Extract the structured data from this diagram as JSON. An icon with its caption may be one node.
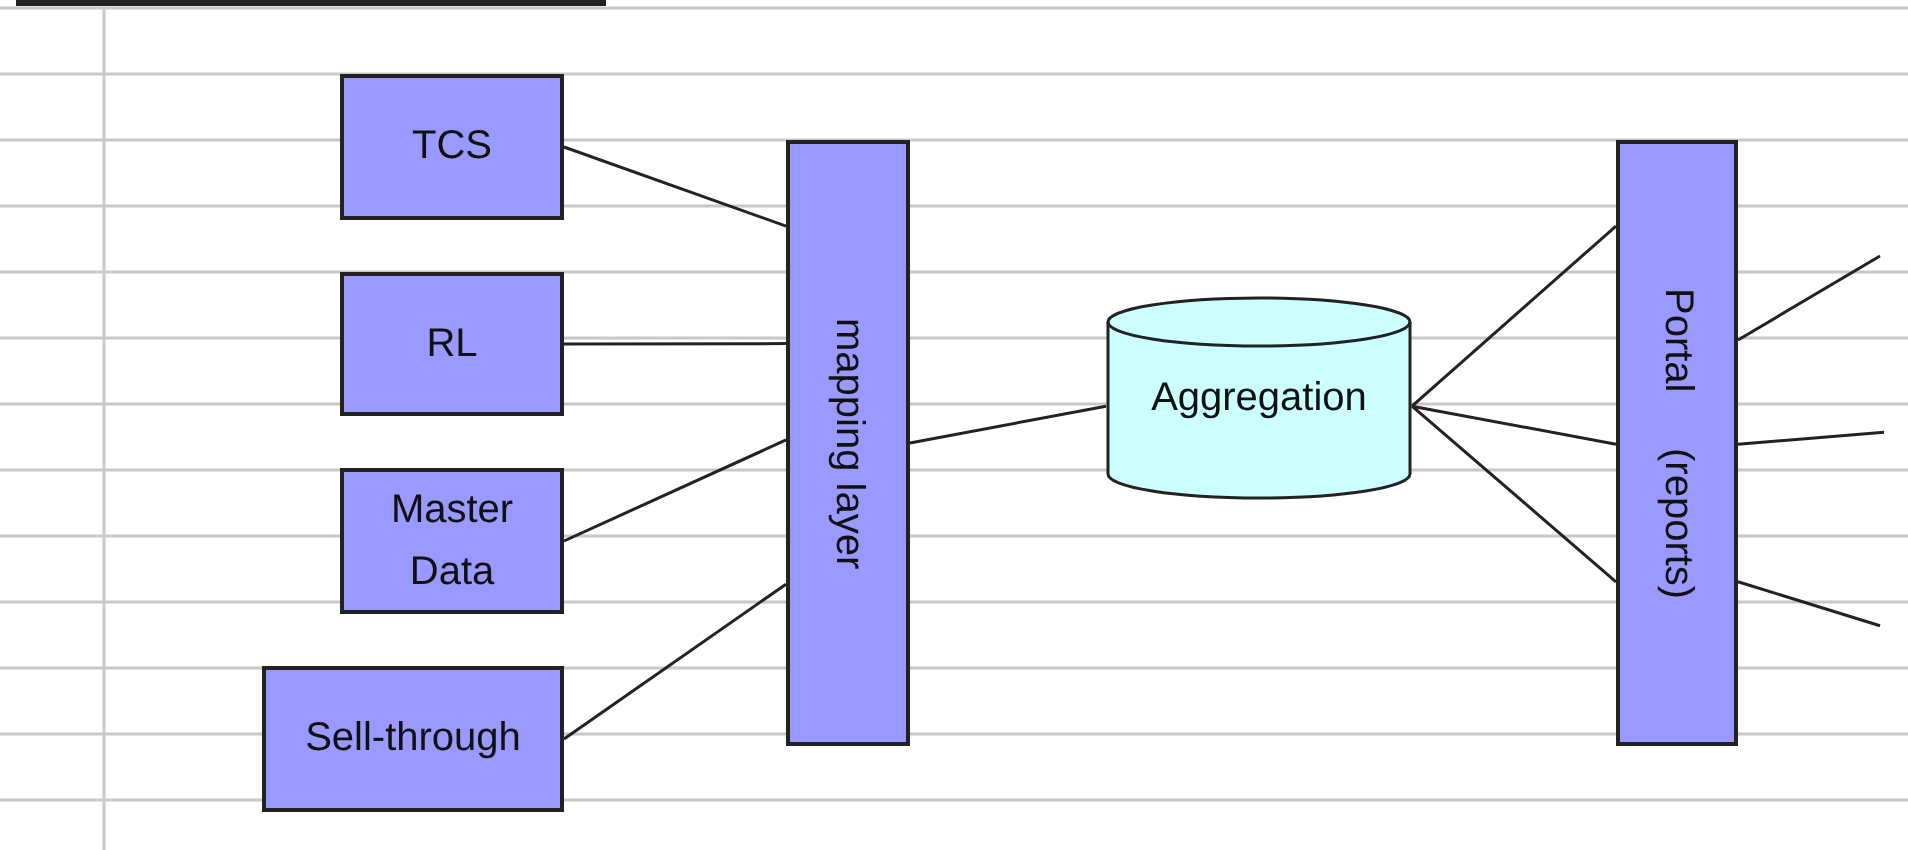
{
  "diagram": {
    "nodes": [
      {
        "text": [
          "TCS"
        ]
      },
      {
        "text": [
          "RL"
        ]
      },
      {
        "text": [
          "Master Data"
        ]
      },
      {
        "text": [
          "Sell-through"
        ]
      },
      {
        "text": [
          "mapping layer"
        ]
      },
      {
        "text": [
          "Aggregation"
        ]
      },
      {
        "text": [
          "Portal",
          "(reports)"
        ]
      }
    ],
    "edges": [
      {
        "from": 0,
        "to": 4,
        "arrow": "none"
      },
      {
        "from": 1,
        "to": 4,
        "arrow": "none"
      },
      {
        "from": 2,
        "to": 4,
        "arrow": "none"
      },
      {
        "from": 3,
        "to": 4,
        "arrow": "none"
      },
      {
        "from": 4,
        "to": 5,
        "arrow": "none"
      },
      {
        "from": 5,
        "to": 6,
        "arrow": "none"
      },
      {
        "from": 5,
        "to": 6,
        "arrow": "none"
      },
      {
        "from": 5,
        "to": 6,
        "arrow": "none"
      },
      {
        "from": 6,
        "to": null,
        "arrow": "none"
      },
      {
        "from": 6,
        "to": null,
        "arrow": "none"
      },
      {
        "from": 6,
        "to": null,
        "arrow": "none"
      }
    ]
  }
}
